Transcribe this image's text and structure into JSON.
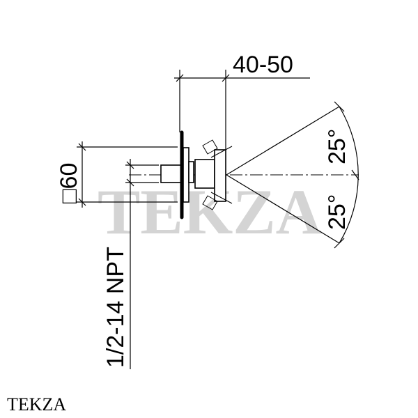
{
  "drawing": {
    "dim_depth": "40-50",
    "dim_square": "□60",
    "dim_thread": "1/2-14 NPT",
    "angle_upper": "25°",
    "angle_lower": "25°"
  },
  "watermark": "TEKZA",
  "brand": "TEKZA",
  "colors": {
    "line": "#000000",
    "watermark": "#d4d4d4"
  }
}
